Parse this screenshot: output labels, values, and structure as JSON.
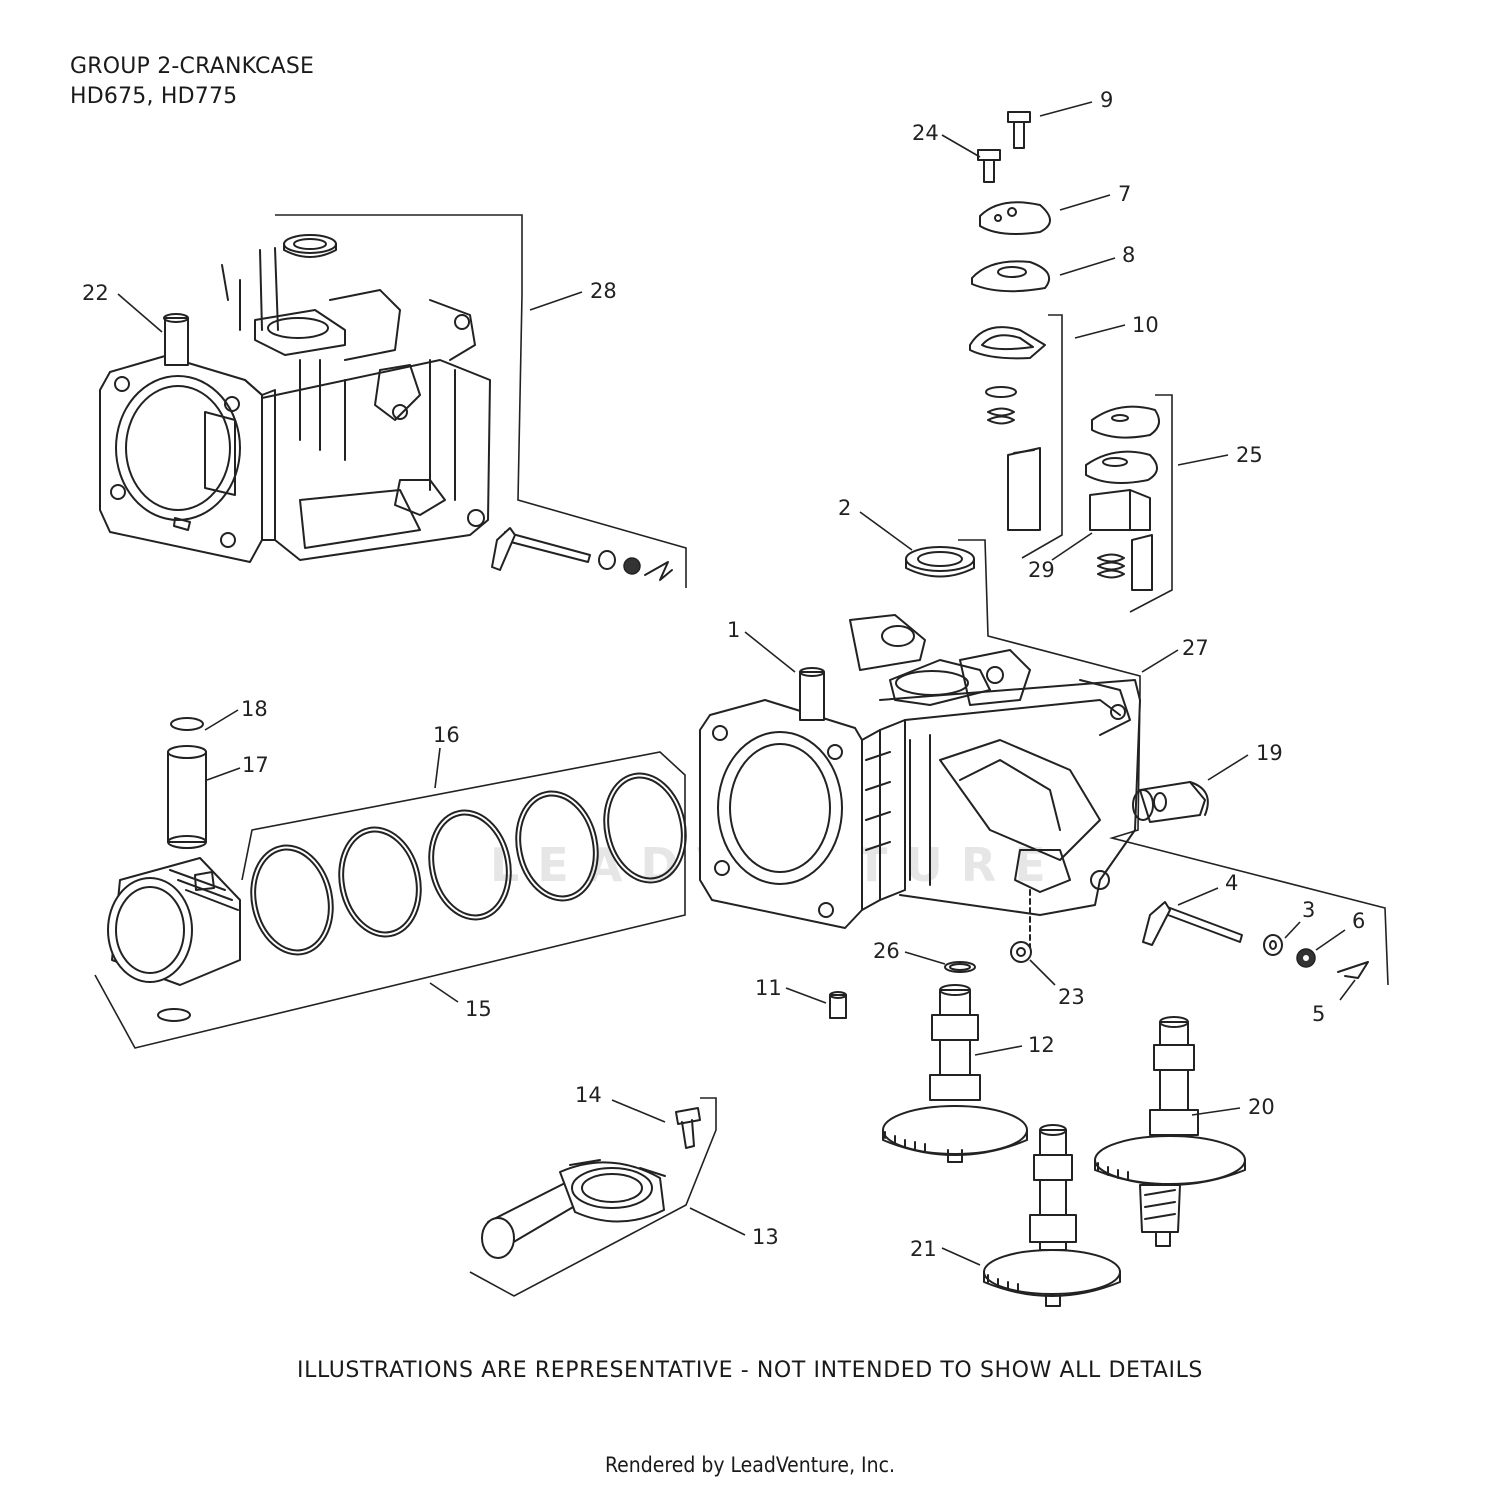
{
  "header": {
    "title_line1": "GROUP 2-CRANKCASE",
    "title_line2": "HD675, HD775"
  },
  "watermark": "LEADVENTURE",
  "footer": {
    "disclaimer": "ILLUSTRATIONS ARE REPRESENTATIVE - NOT INTENDED TO SHOW ALL DETAILS",
    "credit": "Rendered by LeadVenture, Inc."
  },
  "callouts": [
    "1",
    "2",
    "3",
    "4",
    "5",
    "6",
    "7",
    "8",
    "9",
    "10",
    "11",
    "12",
    "13",
    "14",
    "15",
    "16",
    "17",
    "18",
    "19",
    "20",
    "21",
    "22",
    "23",
    "24",
    "25",
    "26",
    "27",
    "28",
    "29"
  ]
}
